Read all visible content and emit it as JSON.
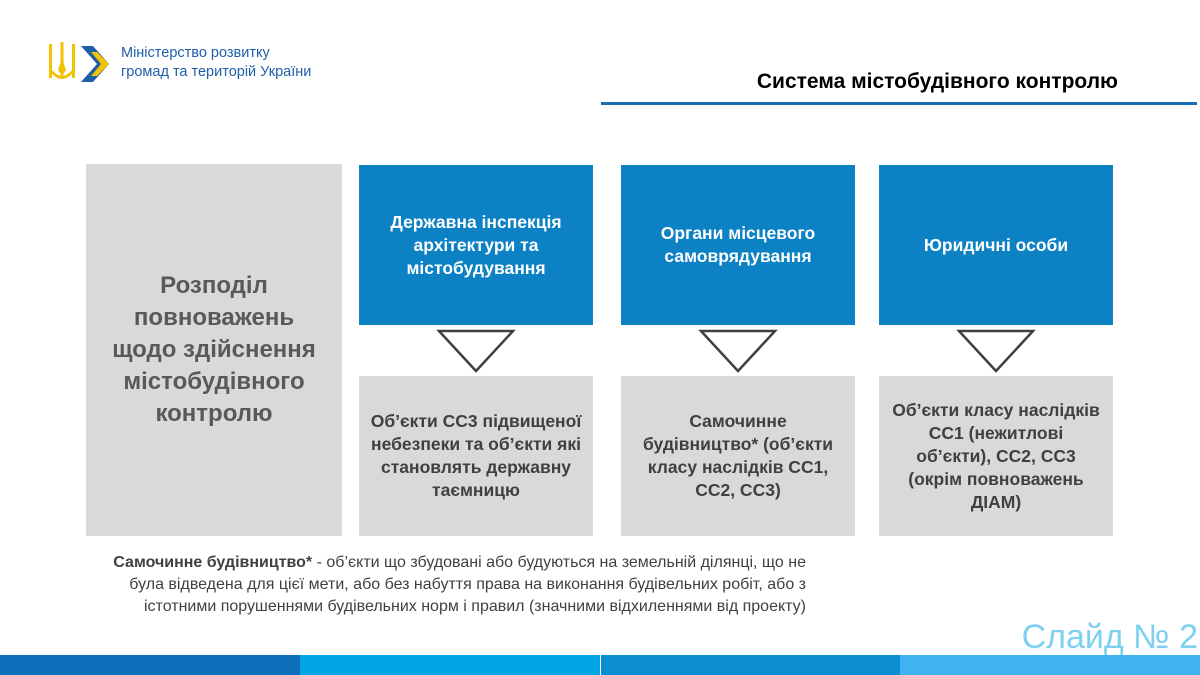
{
  "header": {
    "ministry_line1": "Міністерство розвитку",
    "ministry_line2": "громад та територій України",
    "slide_title": "Система містобудівного контролю"
  },
  "diagram": {
    "left_label": "Розподіл повноважень щодо здійснення містобудівного контролю",
    "columns": [
      {
        "authority": "Державна інспекція архітектури та містобудування",
        "objects": "Об’єкти СС3 підвищеної небезпеки та об’єкти які становлять державну таємницю"
      },
      {
        "authority": "Органи місцевого самоврядування",
        "objects": "Самочинне будівництво* (об’єкти класу наслідків СС1, СС2, СС3)"
      },
      {
        "authority": "Юридичні особи",
        "objects": "Об’єкти класу наслідків СС1 (нежитлові об’єкти), СС2, СС3 (окрім повноважень ДІАМ)"
      }
    ]
  },
  "footnote": {
    "term": "Самочинне будівництво*",
    "definition": " - об’єкти що збудовані або будуються на земельній ділянці, що не була відведена для цієї мети, або без набуття права на виконання будівельних робіт, або з істотними порушеннями будівельних норм і правил (значними відхиленнями від проекту)"
  },
  "slide_number": "Слайд № 2",
  "colors": {
    "blue_box": "#0c81c4",
    "grey_box": "#d9d9d9",
    "title_rule": "#1a6eb3",
    "slide_number": "#7fd0f0",
    "footer_bars": [
      "#0d6fba",
      "#00a6e6",
      "#0b8fd0",
      "#3fb3f0"
    ]
  },
  "icons": [
    "ukraine-trident-icon",
    "chevron-arrow-icon",
    "down-triangle-icon"
  ]
}
